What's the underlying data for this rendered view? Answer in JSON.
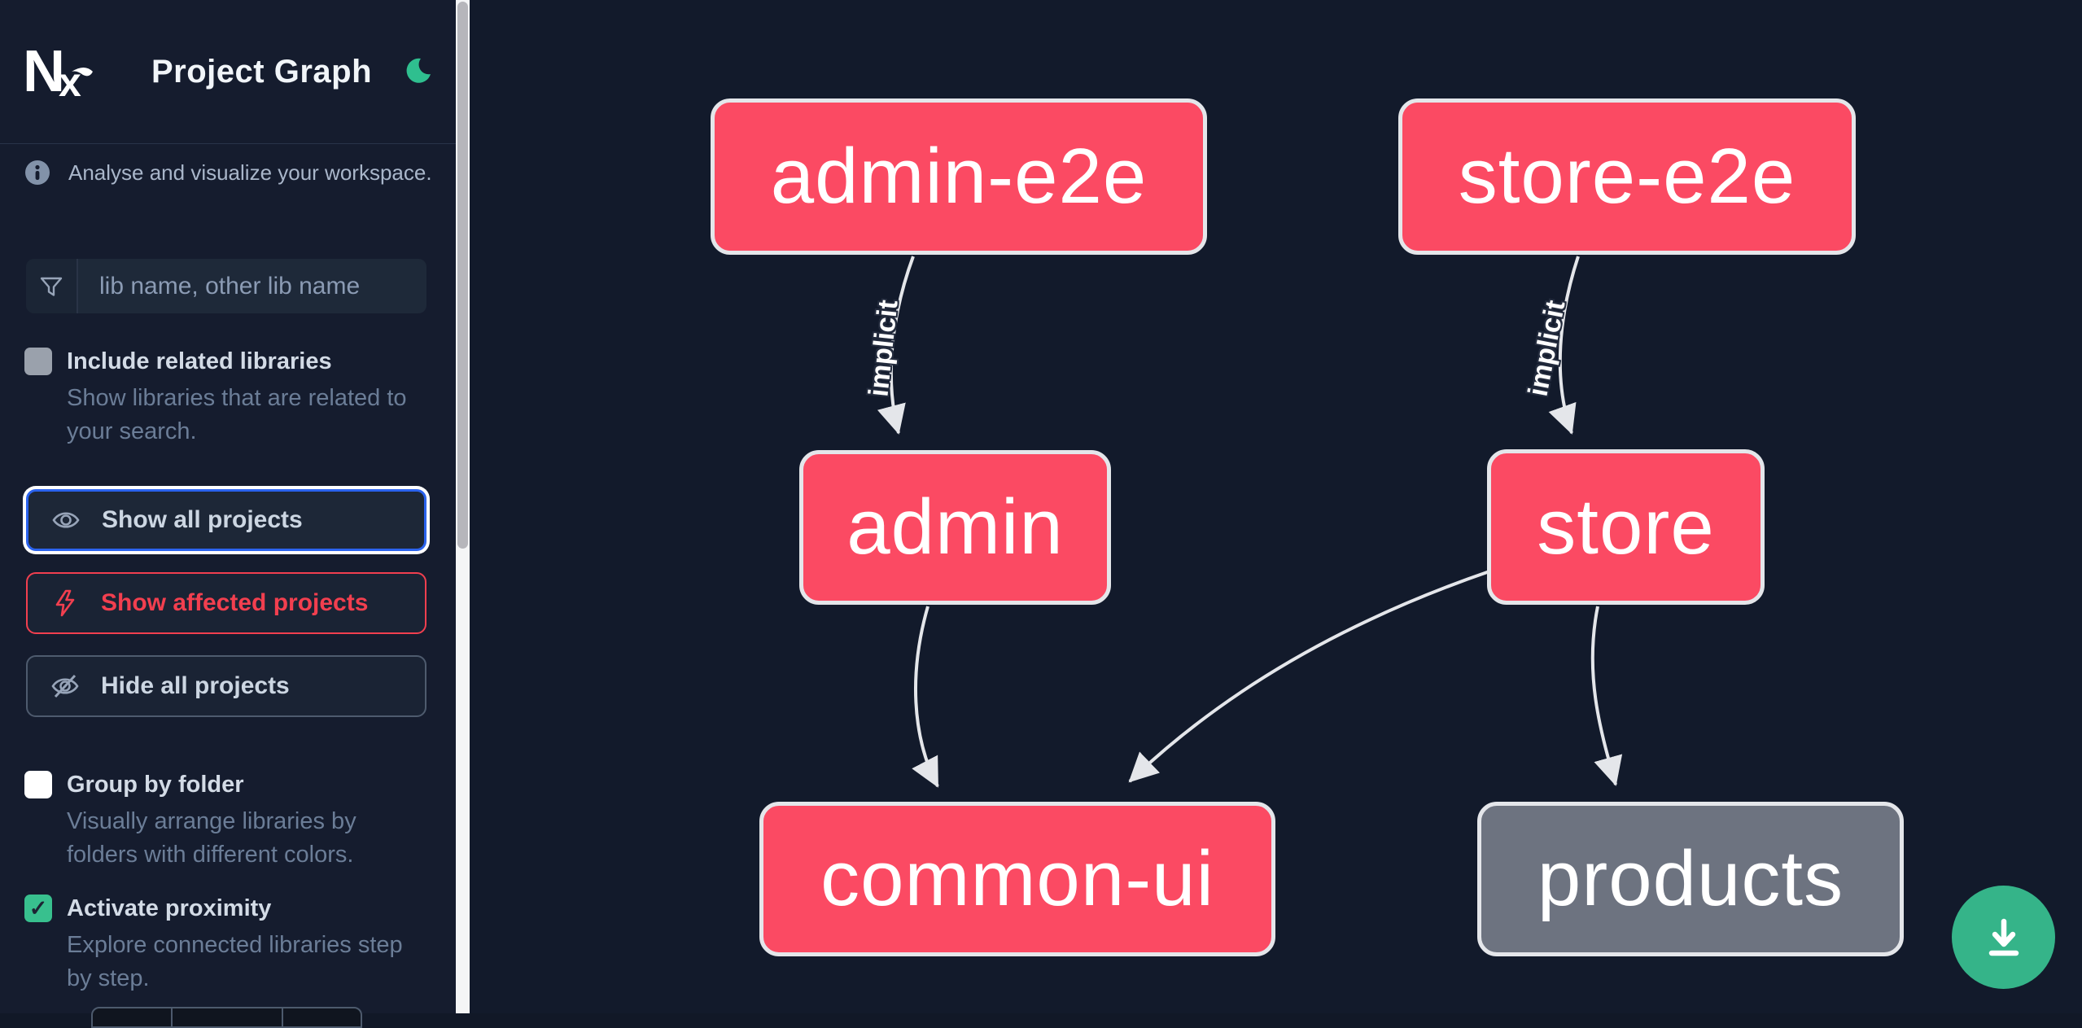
{
  "app": {
    "title": "Project Graph"
  },
  "sidebar": {
    "tagline": "Analyse and visualize your workspace.",
    "search": {
      "placeholder": "lib name, other lib name"
    },
    "options": [
      {
        "label": "Include related libraries",
        "description": "Show libraries that are related to your search.",
        "checked": false
      },
      {
        "label": "Group by folder",
        "description": "Visually arrange libraries by folders with different colors.",
        "checked": false
      },
      {
        "label": "Activate proximity",
        "description": "Explore connected libraries step by step.",
        "checked": true
      }
    ],
    "actions": [
      {
        "label": "Show all projects",
        "icon": "eye-icon",
        "state": "focused"
      },
      {
        "label": "Show affected projects",
        "icon": "bolt-icon",
        "state": "affected"
      },
      {
        "label": "Hide all projects",
        "icon": "eye-slash-icon",
        "state": "default"
      }
    ],
    "check_glyph": "✓"
  },
  "graph": {
    "nodes": [
      {
        "id": "admin-e2e",
        "label": "admin-e2e",
        "color": "#fb4a63"
      },
      {
        "id": "store-e2e",
        "label": "store-e2e",
        "color": "#fb4a63"
      },
      {
        "id": "admin",
        "label": "admin",
        "color": "#fb4a63"
      },
      {
        "id": "store",
        "label": "store",
        "color": "#fb4a63"
      },
      {
        "id": "common-ui",
        "label": "common-ui",
        "color": "#fb4a63"
      },
      {
        "id": "products",
        "label": "products",
        "color": "#6d7380"
      }
    ],
    "edges": [
      {
        "from": "admin-e2e",
        "to": "admin",
        "label": "implicit"
      },
      {
        "from": "store-e2e",
        "to": "store",
        "label": "implicit"
      },
      {
        "from": "admin",
        "to": "common-ui",
        "label": ""
      },
      {
        "from": "store",
        "to": "common-ui",
        "label": ""
      },
      {
        "from": "store",
        "to": "products",
        "label": ""
      }
    ]
  },
  "colors": {
    "canvas_bg": "#121a2b",
    "sidebar_bg": "#151c2e",
    "node_pink": "#fb4a63",
    "node_gray": "#6d7380",
    "edge": "#e4e6ea",
    "accent_blue": "#2b63ee",
    "affected_red": "#f23f4f",
    "download_green": "#35b489",
    "moon_green": "#2fbf8f"
  }
}
